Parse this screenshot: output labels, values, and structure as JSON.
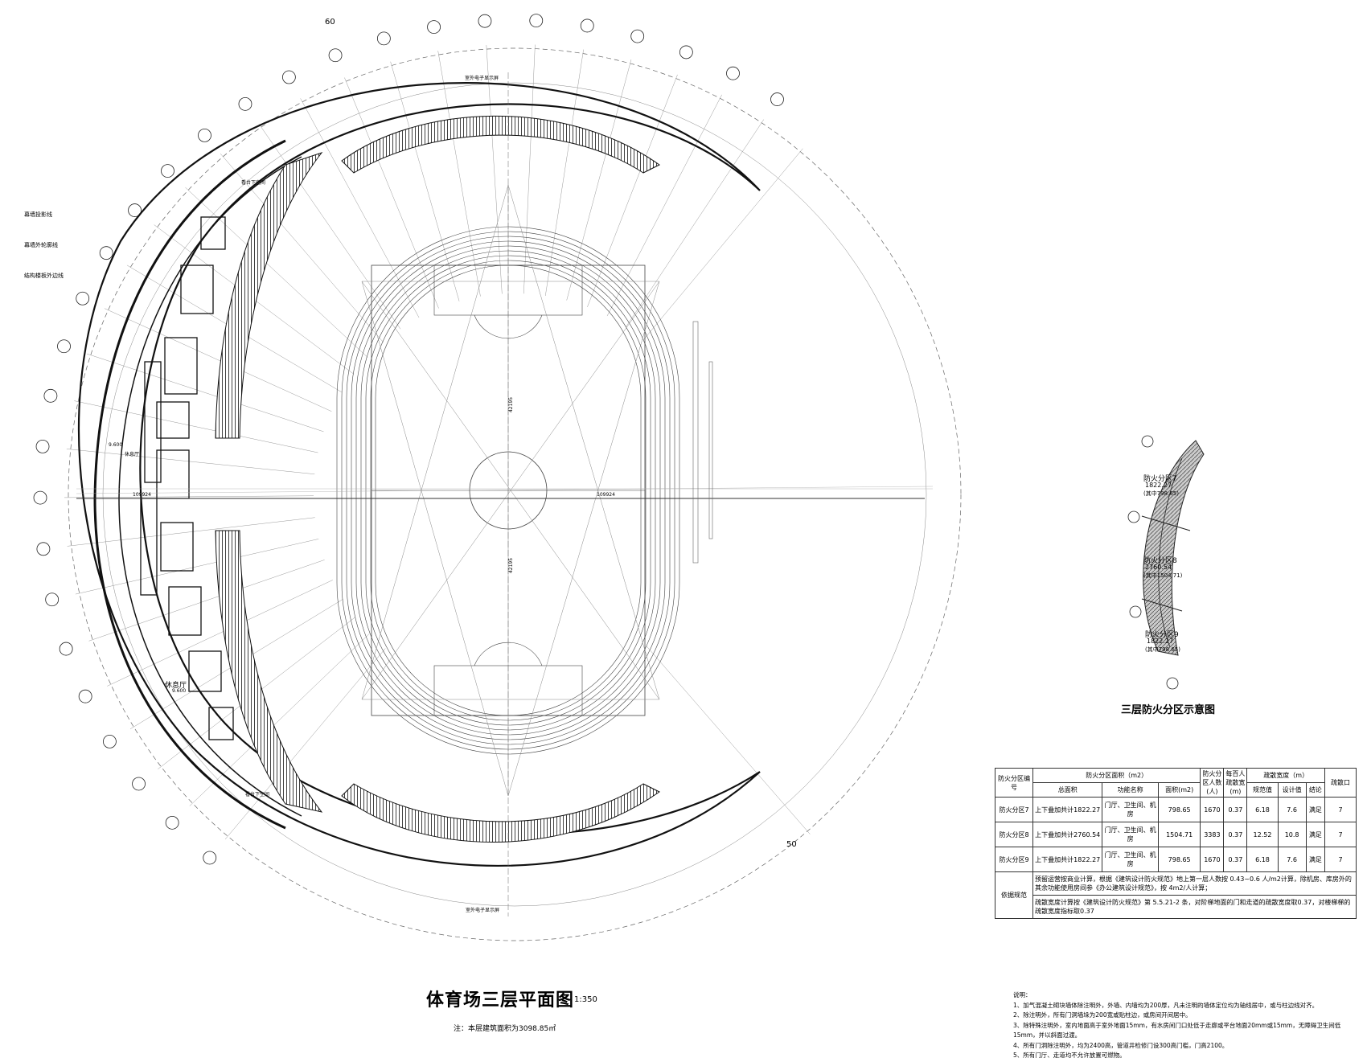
{
  "drawing": {
    "title": "体育场三层平面图",
    "scale": "1:350",
    "area_note": "注：本层建筑面积为3098.85㎡",
    "fire_diagram_title": "三层防火分区示意图"
  },
  "left_annotations": [
    "幕墙投影线",
    "幕墙外轮廓线",
    "结构楼板外边线"
  ],
  "plan_labels": {
    "dim_total": "109924",
    "dim_right": "109924",
    "dim_v1": "42195",
    "dim_v2": "42195",
    "elev_1": "9.600",
    "elev_2": "9.600",
    "hall_1": "休息厅",
    "hall_2": "休息厅",
    "stand_top": "看台下空间",
    "stand_bottom": "看台下空间",
    "top_note": "室外电子显示屏",
    "bottom_note": "室外电子显示屏",
    "grid_top": "60",
    "grid_bottom": "50"
  },
  "fire_zones_diagram": [
    {
      "name": "防火分区7",
      "area": "1822.27",
      "sub": "(其中798.65)"
    },
    {
      "name": "防火分区8",
      "area": "2760.54",
      "sub": "(其中1504.71)"
    },
    {
      "name": "防火分区9",
      "area": "1822.27",
      "sub": "(其中798.65)"
    }
  ],
  "table": {
    "headers": {
      "zone_no": "防火分区编号",
      "area_group": "防火分区面积（m2）",
      "total": "总面积",
      "func_name": "功能名称",
      "func_area": "面积(m2)",
      "people": "防火分区人数(人)",
      "per100": "每百人疏散宽(m)",
      "width_group": "疏散宽度（m）",
      "spec": "规范值",
      "design": "设计值",
      "result": "结论",
      "exits": "疏散口"
    },
    "rows": [
      {
        "zone": "防火分区7",
        "total": "上下叠加共计1822.27",
        "func": "门厅、卫生间、机房",
        "farea": "798.65",
        "people": "1670",
        "per100": "0.37",
        "spec": "6.18",
        "design": "7.6",
        "result": "满足",
        "exits": "7"
      },
      {
        "zone": "防火分区8",
        "total": "上下叠加共计2760.54",
        "func": "门厅、卫生间、机房",
        "farea": "1504.71",
        "people": "3383",
        "per100": "0.37",
        "spec": "12.52",
        "design": "10.8",
        "result": "满足",
        "exits": "7"
      },
      {
        "zone": "防火分区9",
        "total": "上下叠加共计1822.27",
        "func": "门厅、卫生间、机房",
        "farea": "798.65",
        "people": "1670",
        "per100": "0.37",
        "spec": "6.18",
        "design": "7.6",
        "result": "满足",
        "exits": "7"
      }
    ],
    "basis_label": "依据规范",
    "basis_1": "预留运营按商业计算，根据《建筑设计防火规范》地上第一层人数按 0.43~0.6 人/m2计算，除机房、库房外的其余功能使用房间参《办公建筑设计规范》，按 4m2/人计算；",
    "basis_2": "疏散宽度计算按《建筑设计防火规范》第 5.5.21-2 条，对阶梯地面的门和走道的疏散宽度取0.37，对楼梯梯的疏散宽度指标取0.37"
  },
  "notes": {
    "title": "说明：",
    "items": [
      "1、加气混凝土砌块墙体除注明外，外墙、内墙均为200厚，凡未注明的墙体定位均为轴线居中，或与柱边线对齐。",
      "2、除注明外，所有门洞墙垛为200宽或贴柱边，或房间开间居中。",
      "3、除特殊注明外，室内地面高于室外地面15mm，有水房间门口处低于走廊或平台地面20mm或15mm，无障碍卫生间低",
      "15mm，并以斜面过渡。",
      "4、所有门洞除注明外，均为2400高，管道井检修门设300高门槛，门高2100。",
      "5、所有门厅、走道均不允许放置可燃物。"
    ]
  }
}
